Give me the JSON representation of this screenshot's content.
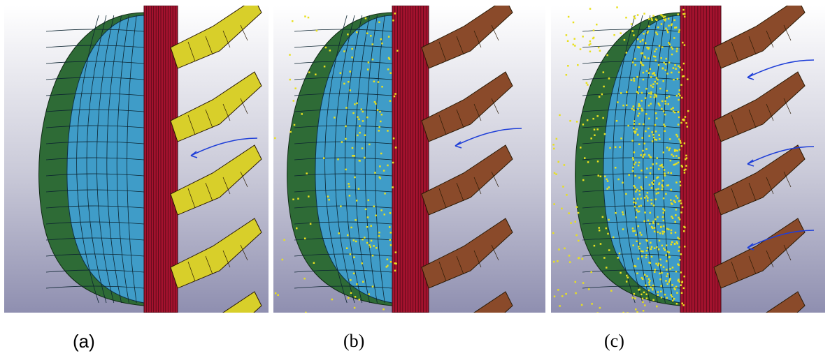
{
  "panels": [
    {
      "id": "a",
      "caption": "(a)",
      "colors": {
        "outer_shell": "#2e6b36",
        "inner_shell": "#3f9cc8",
        "shaft": "#a3122e",
        "flights": "#d8cf2a",
        "streamline": "#1f3fd8"
      },
      "particles": "none",
      "flights_shown": 5,
      "streamlines_shown": 1
    },
    {
      "id": "b",
      "caption": "(b)",
      "colors": {
        "outer_shell": "#2e6b36",
        "inner_shell": "#3f9cc8",
        "shaft": "#a3122e",
        "flights": "#8a4a2a",
        "streamline": "#1f3fd8",
        "particles": "#e8e020"
      },
      "particles": "sparse",
      "flights_shown": 5,
      "streamlines_shown": 1
    },
    {
      "id": "c",
      "caption": "(c)",
      "colors": {
        "outer_shell": "#2e6b36",
        "inner_shell": "#3f9cc8",
        "shaft": "#a3122e",
        "flights": "#8a4a2a",
        "streamline": "#1f3fd8",
        "particles": "#e8e020"
      },
      "particles": "dense",
      "flights_shown": 5,
      "streamlines_shown": 3
    }
  ]
}
